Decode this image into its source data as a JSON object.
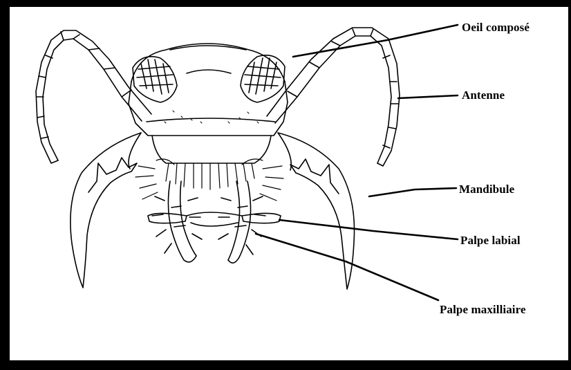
{
  "labels": {
    "oeil_compose": "Oeil composé",
    "antenne": "Antenne",
    "mandibule": "Mandibule",
    "palpe_labial": "Palpe labial",
    "palpe_maxilliaire": "Palpe maxilliaire"
  },
  "colors": {
    "ink": "#000000",
    "background": "#ffffff",
    "border": "#000000"
  }
}
